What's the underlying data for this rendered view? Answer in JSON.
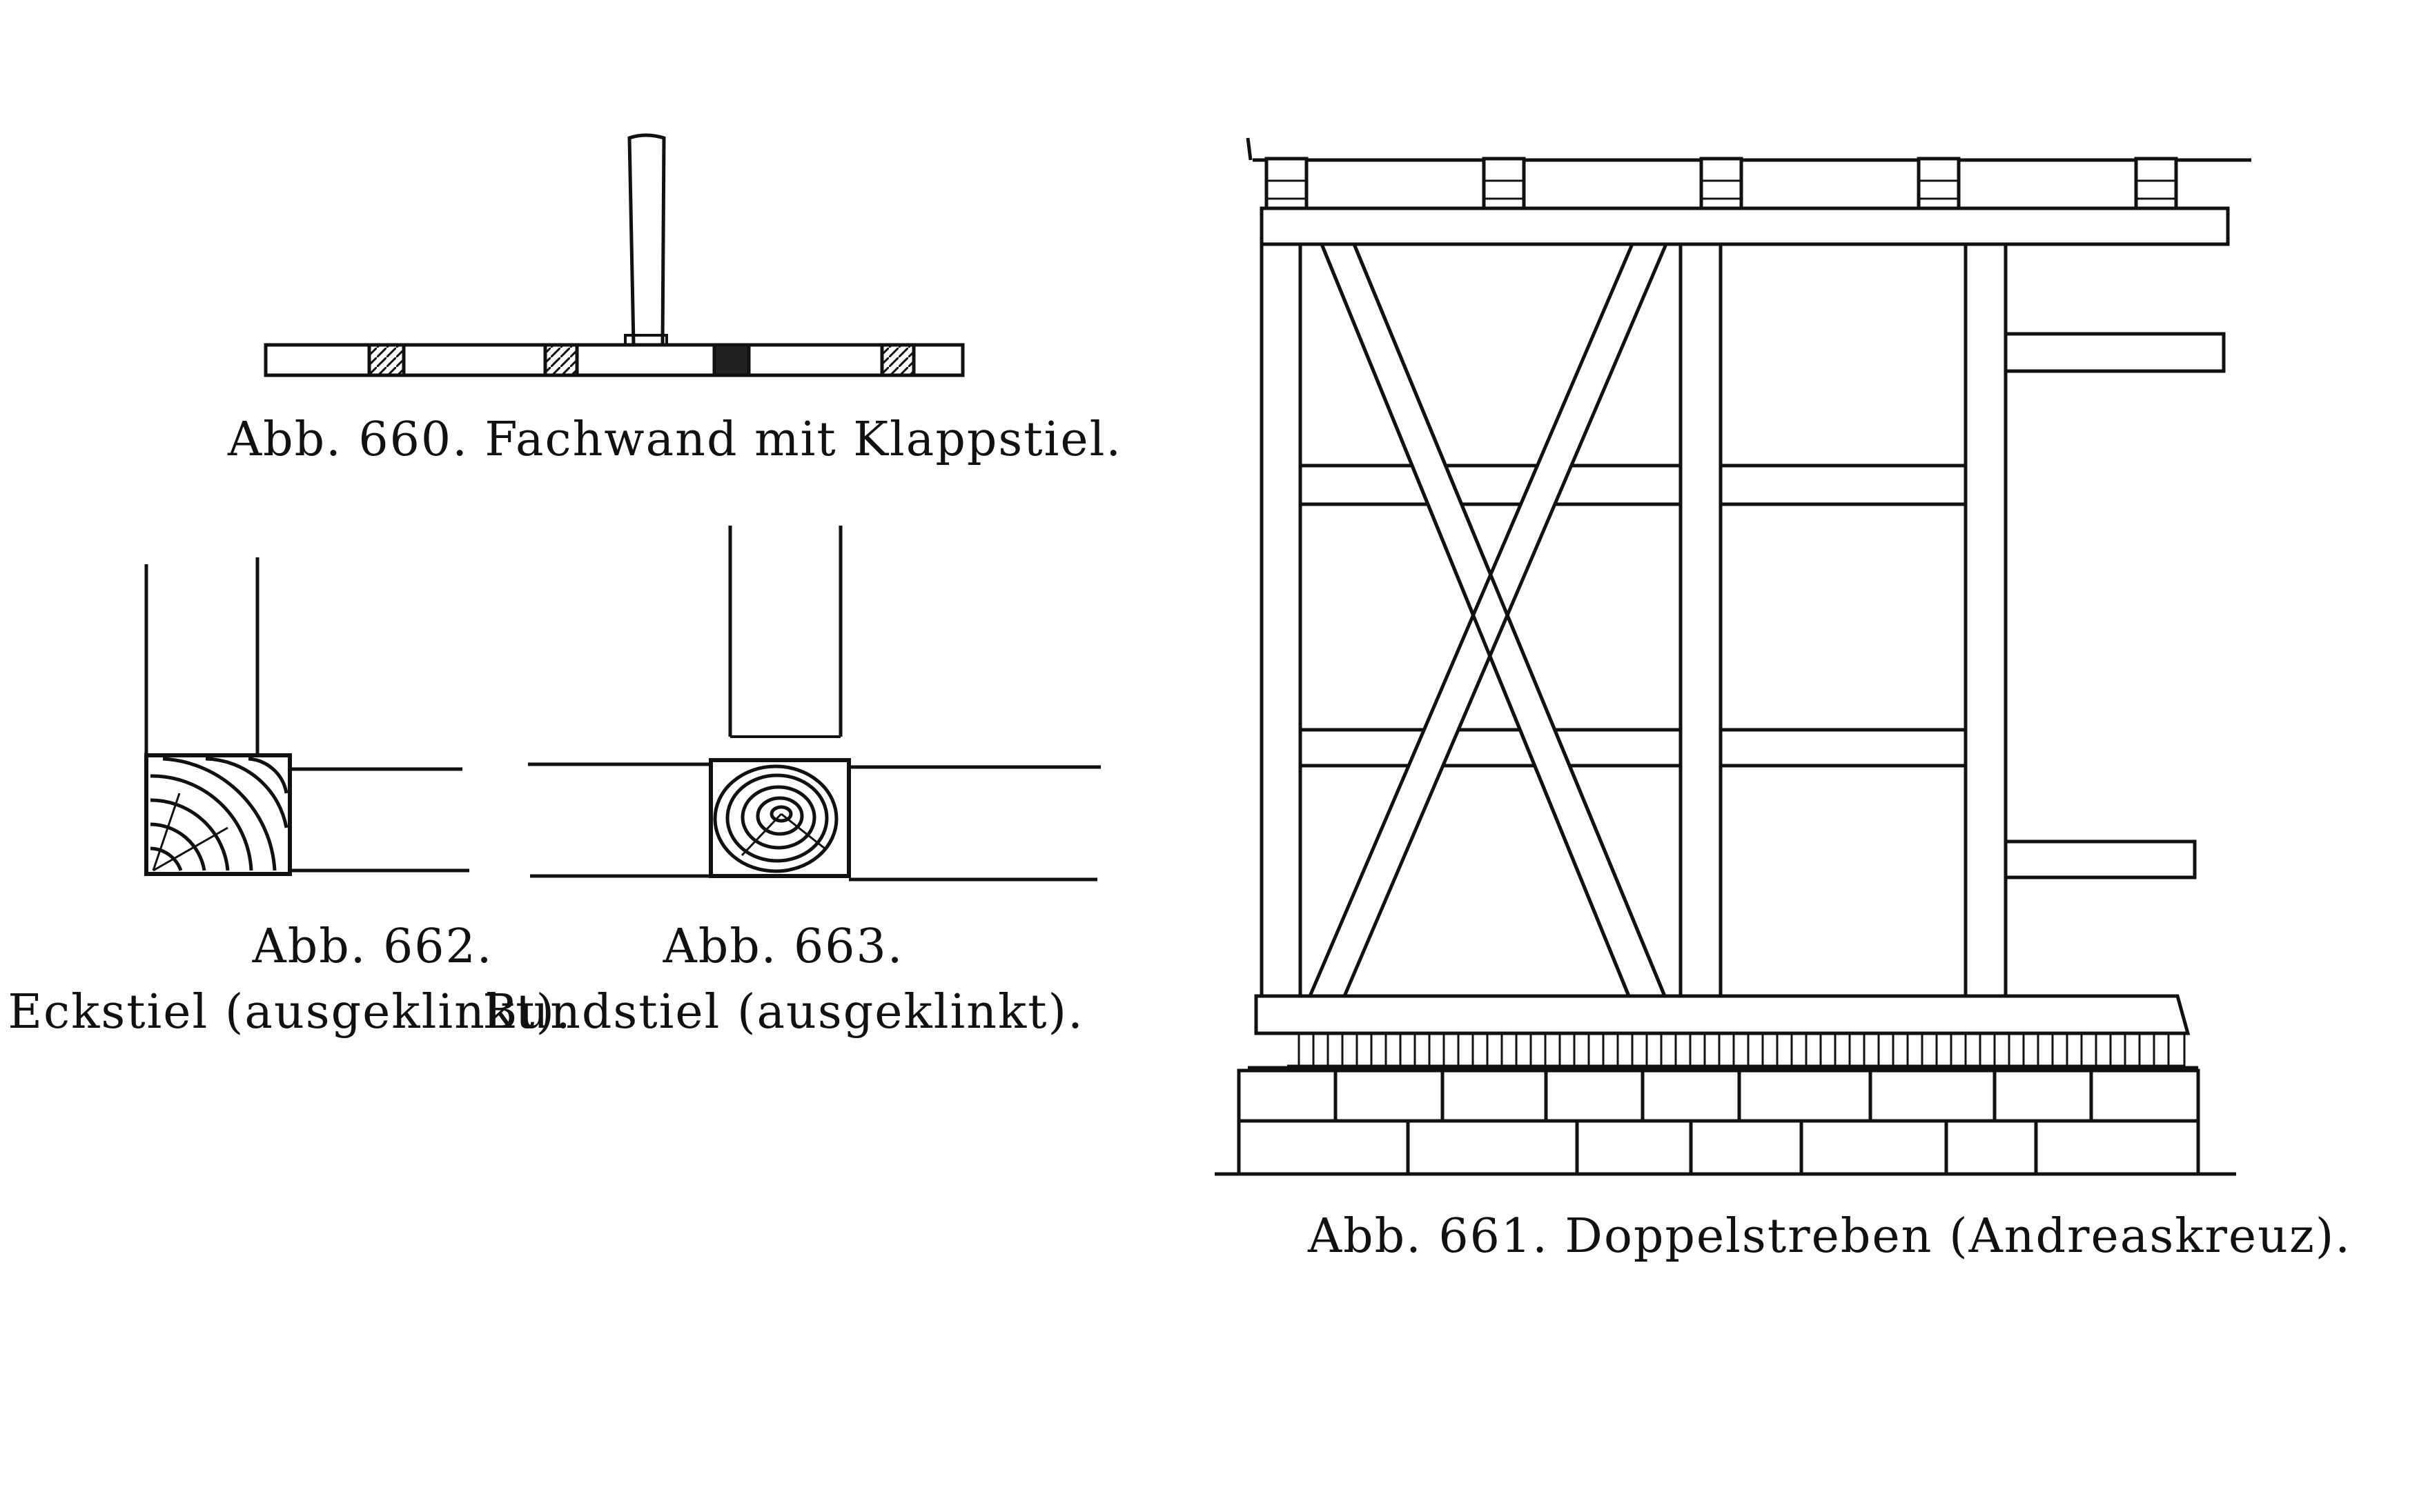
{
  "figures": {
    "fig660": {
      "caption": "Abb. 660.  Fachwand mit Klappstiel."
    },
    "fig662": {
      "label": "Abb. 662.",
      "caption": "Eckstiel (ausgeklinkt)."
    },
    "fig663": {
      "label": "Abb. 663.",
      "caption": "Bundstiel (ausgeklinkt)."
    },
    "fig661": {
      "caption": "Abb. 661.  Doppelstreben (Andreaskreuz)."
    }
  },
  "colors": {
    "ink": "#111111",
    "paper": "#ffffff"
  }
}
